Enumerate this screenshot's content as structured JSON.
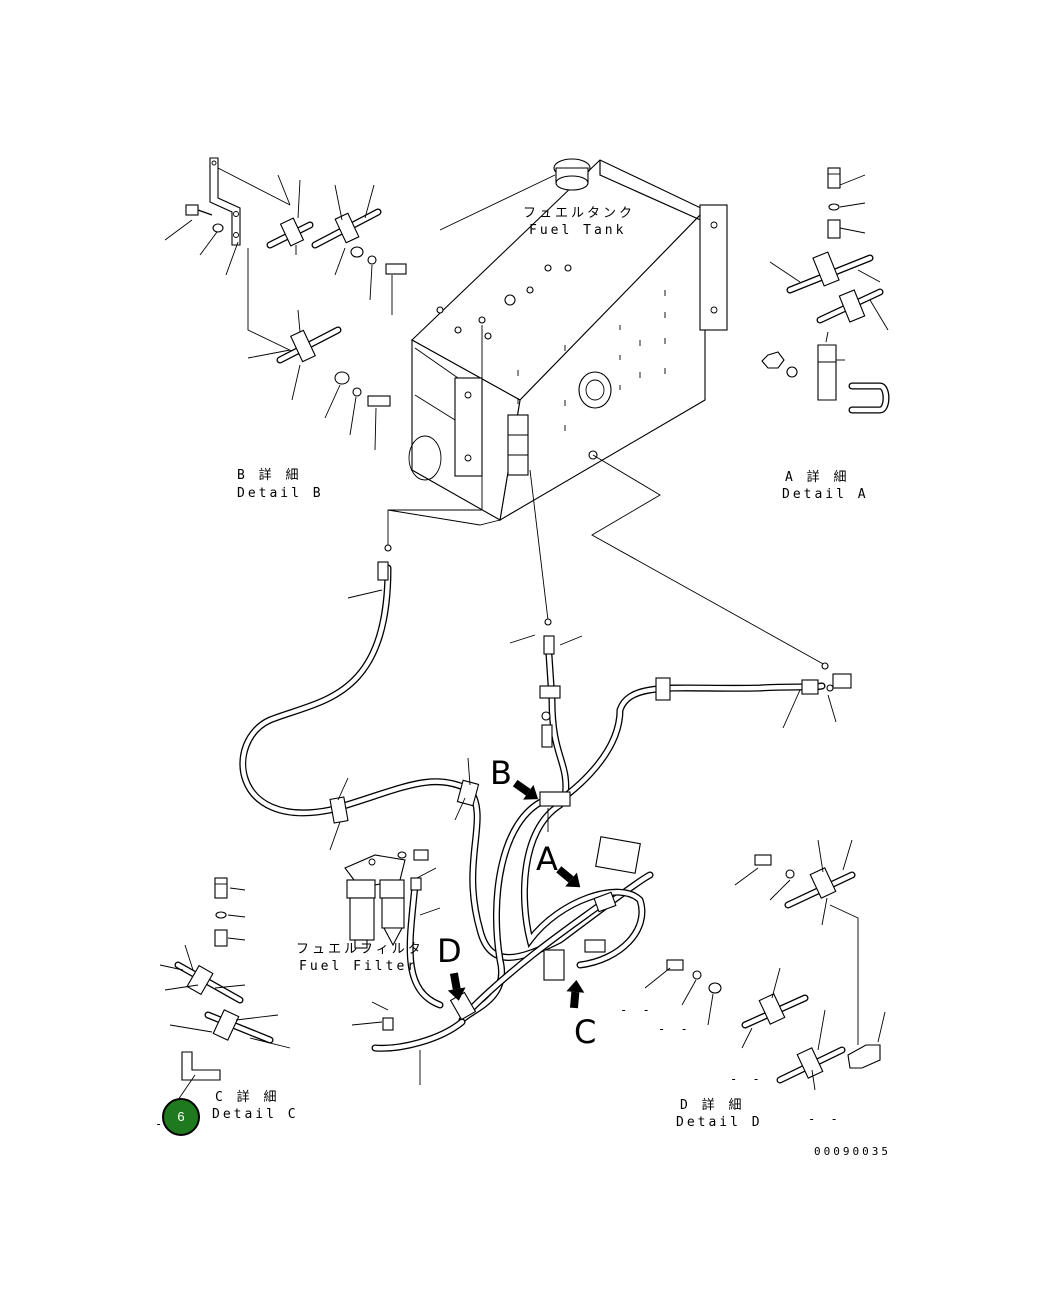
{
  "labels": {
    "fuel_tank_jp": "フュエルタンク",
    "fuel_tank_en": "Fuel Tank",
    "fuel_filter_jp": "フュエルフィルタ",
    "fuel_filter_en": "Fuel Filter",
    "detail_a_jp": "A 詳 細",
    "detail_a_en": "Detail A",
    "detail_b_jp": "B 詳 細",
    "detail_b_en": "Detail B",
    "detail_c_jp": "C 詳 細",
    "detail_c_en": "Detail C",
    "detail_d_jp": "D 詳 細",
    "detail_d_en": "Detail D",
    "ref_a": "A",
    "ref_b": "B",
    "ref_c": "C",
    "ref_d": "D",
    "drawing_number": "00090035"
  },
  "callout": {
    "number": "6",
    "color": "#1f7a1f"
  },
  "marks": {
    "dash_1": "- -",
    "dash_2": "- -",
    "dash_3": "- -",
    "dash_4": "- -",
    "dash_5": "-"
  }
}
